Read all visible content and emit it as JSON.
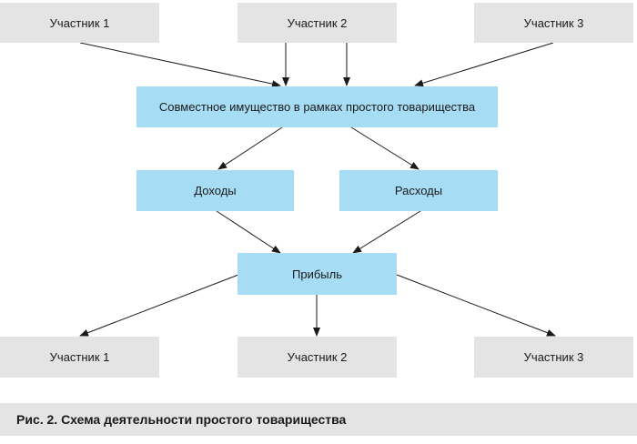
{
  "colors": {
    "participant_box": "#e4e4e4",
    "process_box": "#a6dcf4",
    "arrow": "#1a1a1a",
    "caption_bg": "#e4e4e4"
  },
  "top_participants": [
    {
      "label": "Участник 1"
    },
    {
      "label": "Участник 2"
    },
    {
      "label": "Участник 3"
    }
  ],
  "joint_property": {
    "label": "Совместное имущество в рамках простого товарищества"
  },
  "income": {
    "label": "Доходы"
  },
  "expenses": {
    "label": "Расходы"
  },
  "profit": {
    "label": "Прибыль"
  },
  "bottom_participants": [
    {
      "label": "Участник 1"
    },
    {
      "label": "Участник 2"
    },
    {
      "label": "Участник 3"
    }
  ],
  "caption": {
    "text": "Рис. 2. Схема деятельности простого товарищества"
  }
}
